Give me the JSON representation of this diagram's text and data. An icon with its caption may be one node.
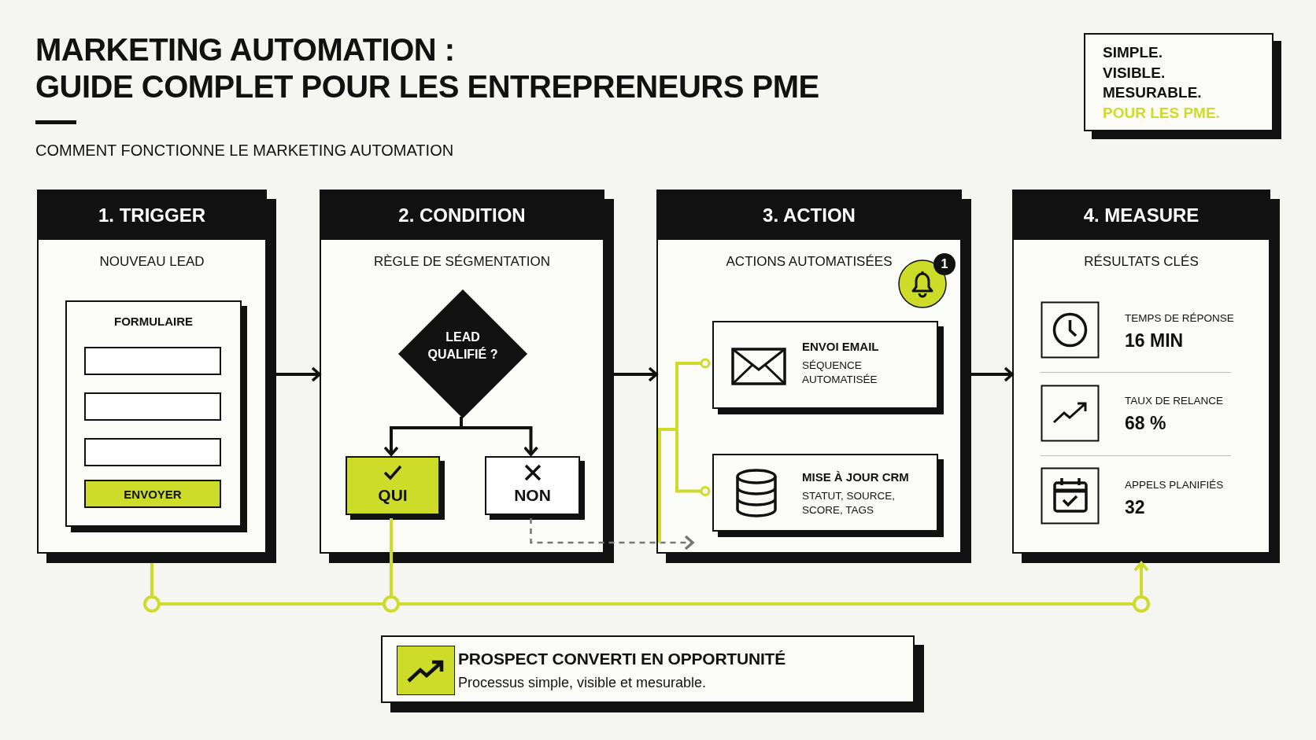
{
  "diagram": {
    "title": "MARKETING AUTOMATION : GUIDE COMPLET POUR LES ENTREPRENEURS PME",
    "nodes": [
      {
        "text": [
          "1. TRIGGER",
          "NOUVEAU LEAD"
        ]
      },
      {
        "text": [
          "FORMULAIRE"
        ],
        "in": 0
      },
      {
        "text": [
          "ENVOYER"
        ],
        "in": 1
      },
      {
        "text": [
          "2. CONDITION",
          "RÈGLE DE SÉGMENTATION"
        ]
      },
      {
        "text": [
          "LEAD QUALIFIÉ ?"
        ],
        "in": 3
      },
      {
        "text": [
          "QUI"
        ],
        "in": 3
      },
      {
        "text": [
          "NON"
        ],
        "in": 3
      },
      {
        "text": [
          "3. ACTION",
          "ACTIONS AUTOMATISÉES"
        ]
      },
      {
        "text": [
          "ENVOI EMAIL",
          "SÉQUENCE AUTOMATISÉE"
        ],
        "in": 7
      },
      {
        "text": [
          "MISE À JOUR CRM",
          "STATUT, SOURCE, SCORE, TAGS"
        ],
        "in": 7
      },
      {
        "text": [
          "4. MEASURE",
          "RÉSULTATS CLÉS"
        ]
      },
      {
        "text": [
          "PROSPECT CONVERTI EN OPPORTUNITÉ",
          "Processus simple, visible et mesurable."
        ]
      },
      {
        "text": [
          "SIMPLE.",
          "VISIBLE.",
          "MESURABLE.",
          "POUR LES PME."
        ]
      }
    ],
    "edges": [
      {
        "from": 0,
        "to": 3,
        "arrow": "to"
      },
      {
        "from": 3,
        "to": 7,
        "arrow": "to"
      },
      {
        "from": 7,
        "to": 10,
        "arrow": "to"
      },
      {
        "from": 4,
        "to": 5,
        "arrow": "to"
      },
      {
        "from": 4,
        "to": 6,
        "arrow": "to"
      },
      {
        "from": 6,
        "to": 7,
        "arrow": "to",
        "style": "dashed",
        "color": "#777777"
      },
      {
        "from": null,
        "to": 8,
        "arrow": "other",
        "color": "#cddc29"
      },
      {
        "from": null,
        "to": 9,
        "arrow": "other",
        "color": "#cddc29"
      },
      {
        "from": 0,
        "to": 10,
        "arrow": "to",
        "color": "#cddc29"
      },
      {
        "from": 5,
        "to": 10,
        "arrow": "to",
        "color": "#cddc29"
      }
    ],
    "labels": [
      "COMMENT FONCTIONNE LE MARKETING AUTOMATION",
      "1",
      "TEMPS DE RÉPONSE",
      "16 MIN",
      "TAUX DE RELANCE",
      "68 %",
      "APPELS PLANIFIÉS",
      "32"
    ]
  }
}
